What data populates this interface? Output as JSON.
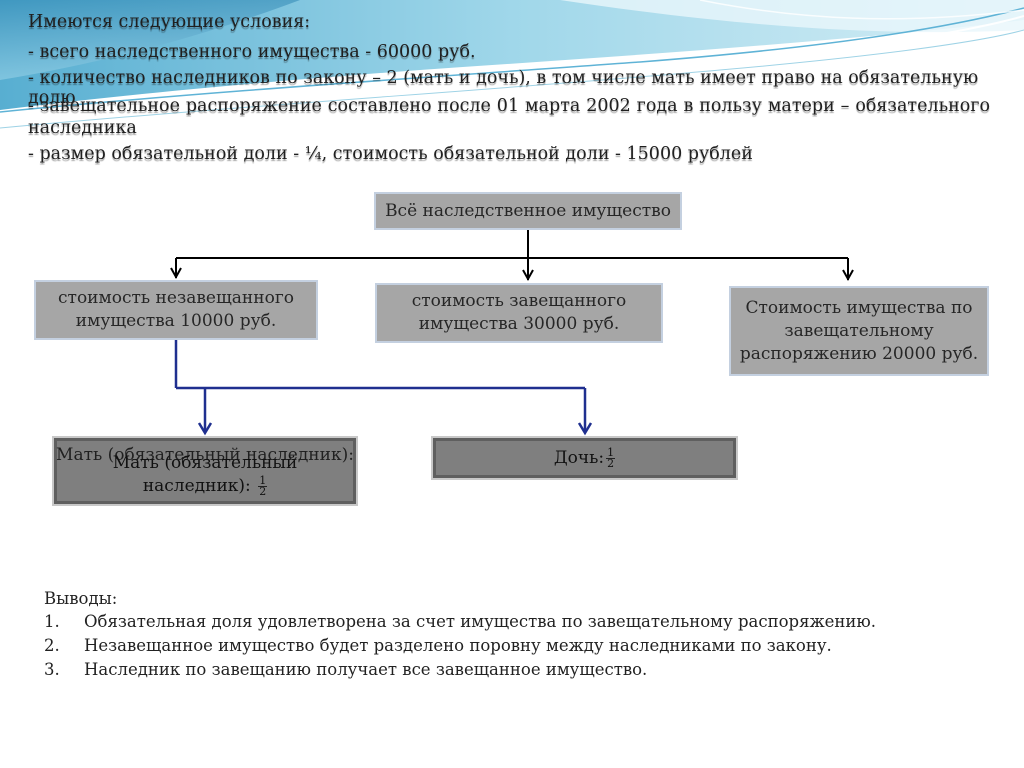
{
  "conditions": {
    "heading": "Имеются следующие условия:",
    "line1": "- всего наследственного имущества - 60000 руб.",
    "line2": "- количество наследников по закону – 2 (мать и дочь), в том числе мать имеет право на обязательную долю",
    "line3a": "- завещательное распоряжение составлено после 01 марта 2002 года в пользу матери – обязательного",
    "line3b": "наследника",
    "line4": "- размер обязательной доли - ¼,   стоимость обязательной доли - 15000 рублей"
  },
  "diagram": {
    "root": "Всё наследственное имущество",
    "left": "стоимость незавещанного имущества 10000 руб.",
    "middle": "стоимость завещанного имущества 30000 руб.",
    "right": "Стоимость имущества по завещательному распоряжению 20000 руб.",
    "mother_label": "Мать (обязательный наследник):",
    "daughter_label": "Дочь:",
    "fraction_num": "1",
    "fraction_den": "2"
  },
  "conclusions": {
    "heading": "Выводы:",
    "items": [
      {
        "num": "1.",
        "text": "Обязательная доля удовлетворена за счет имущества по завещательному распоряжению."
      },
      {
        "num": "2.",
        "text": "Незавещанное имущество будет разделено поровну между наследниками по закону."
      },
      {
        "num": "3.",
        "text": "Наследник по завещанию получает все завещанное имущество."
      }
    ]
  },
  "colors": {
    "box_fill": "#a6a6a6",
    "dark_box_fill": "#7f7f7f",
    "arrow_black": "#000000",
    "arrow_navy": "#1f2f8f",
    "wave_blue": "#7ec3dc"
  }
}
